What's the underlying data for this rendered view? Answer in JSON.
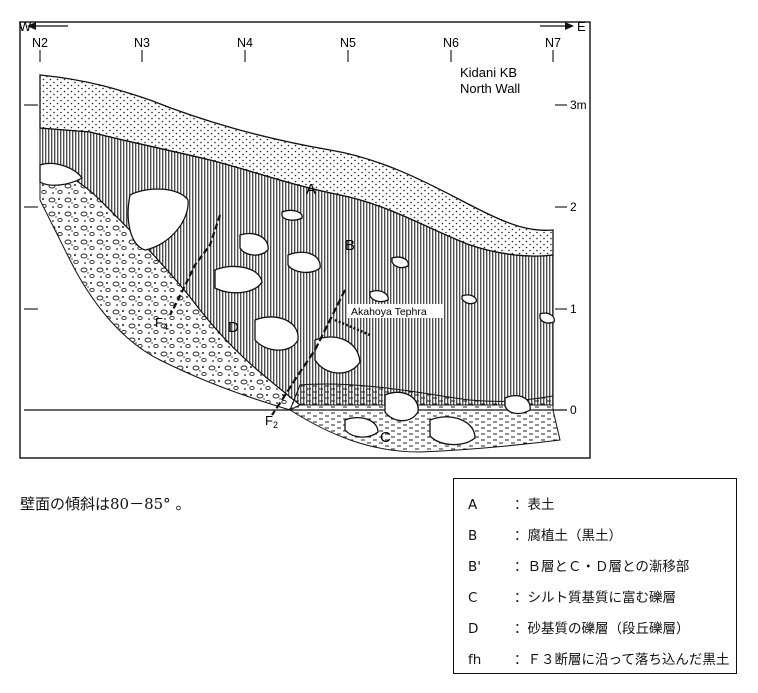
{
  "direction": {
    "west": "W",
    "east": "E"
  },
  "grid_labels": [
    "N2",
    "N3",
    "N4",
    "N5",
    "N6",
    "N7"
  ],
  "title_lines": [
    "Kidani KB",
    "North Wall"
  ],
  "scale_labels": [
    "3m",
    "2",
    "1",
    "0"
  ],
  "layer_labels": [
    "A",
    "B",
    "C",
    "D"
  ],
  "fault_labels": {
    "f4": "F",
    "f4_sub": "4",
    "f2": "F",
    "f2_sub": "2"
  },
  "tephra_label": "Akahoya Tephra",
  "caption": "壁面の傾斜は80－85° 。",
  "legend": [
    {
      "code": "A",
      "text": "：表土"
    },
    {
      "code": "B",
      "text": "：腐植土（黒土）"
    },
    {
      "code": "B'",
      "text": "：Ｂ層とＣ・Ｄ層との漸移部"
    },
    {
      "code": "C",
      "text": "：シルト質基質に富む礫層"
    },
    {
      "code": "D",
      "text": "：砂基質の礫層（段丘礫層）"
    },
    {
      "code": "fh",
      "text": "：Ｆ３断層に沿って落ち込んだ黒土"
    }
  ],
  "colors": {
    "ink": "#111111",
    "paper": "#ffffff"
  }
}
